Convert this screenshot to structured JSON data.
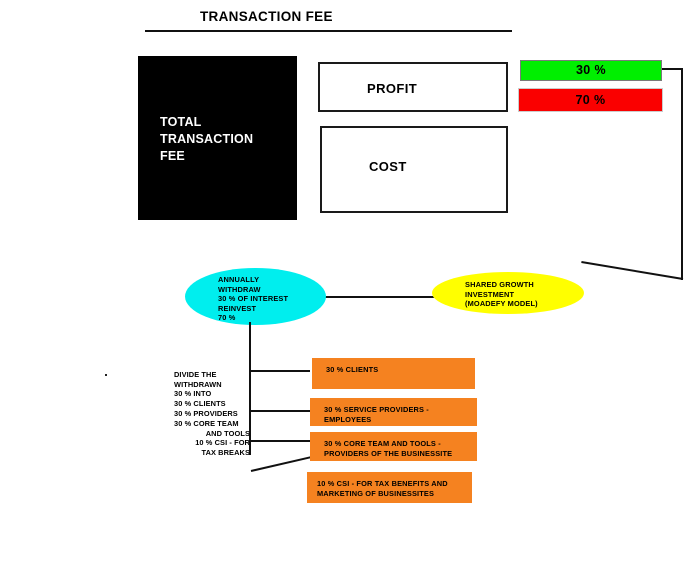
{
  "diagram": {
    "title": "TRANSACTION FEE",
    "total_box": {
      "label": "TOTAL\nTRANSACTION\nFEE"
    },
    "split_boxes": [
      {
        "name": "profit",
        "label": "PROFIT"
      },
      {
        "name": "cost",
        "label": "COST"
      }
    ],
    "percent_boxes": [
      {
        "name": "profit-share",
        "label": "30 %",
        "color": "#00ef00"
      },
      {
        "name": "cost-share",
        "label": "70 %",
        "color": "#fa0000"
      }
    ],
    "ellipses": [
      {
        "name": "annual-withdraw",
        "label": "ANNUALLY\nWITHDRAW\n30 % OF INTEREST\nREINVEST\n70 %",
        "color": "#00eeee"
      },
      {
        "name": "shared-growth-investment",
        "label": "SHARED GROWTH\nINVESTMENT\n(MOADEFY MODEL)",
        "color": "#ffff00"
      }
    ],
    "breakdown": {
      "lines": "DIVIDE THE\nWITHDRAWN\n30 % INTO\n30 % CLIENTS\n30 % PROVIDERS\n30 % CORE TEAM",
      "indent_lines": "AND TOOLS\n10 % CSI - FOR\nTAX BREAKS"
    },
    "allocation_boxes": [
      {
        "name": "clients",
        "label": "30 % CLIENTS"
      },
      {
        "name": "service-providers",
        "label": "30 % SERVICE PROVIDERS -\nEMPLOYEES"
      },
      {
        "name": "core-team-tools",
        "label": "30 % CORE TEAM AND TOOLS -\nPROVIDERS OF THE BUSINESSITE"
      },
      {
        "name": "csi",
        "label": "10 % CSI - FOR TAX BENEFITS AND\nMARKETING OF BUSINESSITES"
      }
    ],
    "colors": {
      "orange": "#f58220",
      "cyan": "#00eeee",
      "yellow": "#ffff00",
      "green": "#00ef00",
      "red": "#fa0000",
      "black": "#000000"
    }
  }
}
